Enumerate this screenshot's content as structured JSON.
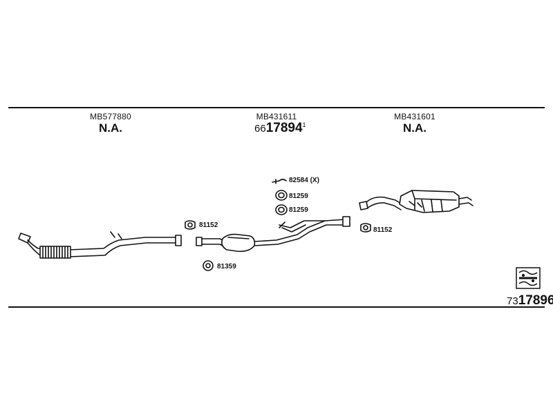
{
  "header": {
    "columns": [
      {
        "part_number": "MB577880",
        "status": "N.A."
      },
      {
        "part_number": "MB431611",
        "diagram_prefix": "66",
        "diagram_main": "17894",
        "diagram_suffix": "1"
      },
      {
        "part_number": "MB431601",
        "status": "N.A."
      }
    ]
  },
  "callouts": {
    "gasket_front": "81152",
    "clamp": "81359",
    "hanger_kit": "82584 (X)",
    "ring_1": "81259",
    "ring_2": "81259",
    "gasket_rear": "81152"
  },
  "footer": {
    "diagram_prefix": "73",
    "diagram_main": "17896",
    "logo_icon": "catalog-stamp-icon"
  }
}
